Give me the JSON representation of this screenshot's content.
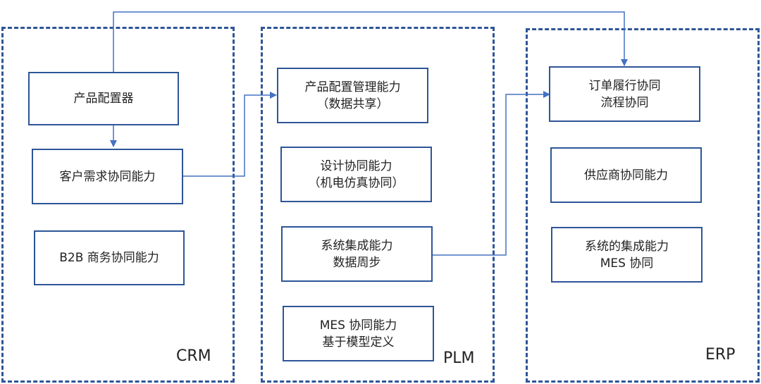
{
  "groups": {
    "crm": "CRM",
    "plm": "PLM",
    "erp": "ERP"
  },
  "nodes": {
    "product_configurator": {
      "line1": "产品配置器"
    },
    "customer_demand": {
      "line1": "客户需求协同能力"
    },
    "b2b": {
      "line1": "B2B 商务协同能力"
    },
    "config_mgmt": {
      "line1": "产品配置管理能力",
      "line2": "（数据共享）"
    },
    "design_collab": {
      "line1": "设计协同能力",
      "line2": "（机电仿真协同）"
    },
    "system_integration": {
      "line1": "系统集成能力",
      "line2": "数据周步"
    },
    "mes_collab": {
      "line1": "MES 协同能力",
      "line2": "基于模型定义"
    },
    "order_fulfillment": {
      "line1": "订单履行协同",
      "line2": "流程协同"
    },
    "supplier_collab": {
      "line1": "供应商协同能力"
    },
    "erp_integration": {
      "line1": "系统的集成能力",
      "line2": "MES 协同"
    }
  },
  "colors": {
    "accent": "#2e5597",
    "connector": "#4472c4"
  }
}
